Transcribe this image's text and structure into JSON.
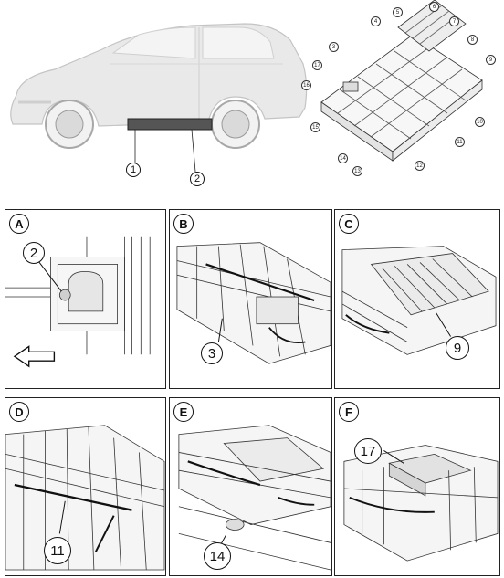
{
  "car_callouts": [
    "1",
    "2"
  ],
  "pack_callouts": [
    "3",
    "4",
    "5",
    "6",
    "7",
    "8",
    "9",
    "10",
    "11",
    "12",
    "13",
    "14",
    "15",
    "16",
    "17"
  ],
  "panels": [
    {
      "letter": "A",
      "callout": "2"
    },
    {
      "letter": "B",
      "callout": "3"
    },
    {
      "letter": "C",
      "callout": "9"
    },
    {
      "letter": "D",
      "callout": "11"
    },
    {
      "letter": "E",
      "callout": "14"
    },
    {
      "letter": "F",
      "callout": "17"
    }
  ],
  "icons": {
    "direction_arrow": "left-arrow-icon"
  },
  "colors": {
    "line": "#222222",
    "car_body": "#e8e8e8",
    "background": "#ffffff"
  }
}
